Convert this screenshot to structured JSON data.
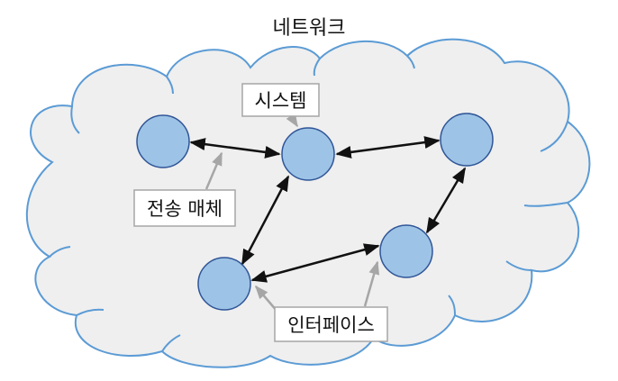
{
  "title": "네트워크",
  "labels": {
    "system": "시스템",
    "medium": "전송 매체",
    "interface": "인터페이스"
  },
  "colors": {
    "cloud_fill": "#efefef",
    "cloud_stroke": "#5b9bd5",
    "node_fill": "#9dc3e6",
    "node_stroke": "#2f5597",
    "link": "#111111",
    "pointer": "#a6a6a6",
    "label_box_stroke": "#a6a6a6"
  },
  "nodes": [
    {
      "id": "n1"
    },
    {
      "id": "n2"
    },
    {
      "id": "n3"
    },
    {
      "id": "n4"
    },
    {
      "id": "n5"
    }
  ],
  "links": [
    {
      "from": "n1",
      "to": "n2"
    },
    {
      "from": "n2",
      "to": "n3"
    },
    {
      "from": "n2",
      "to": "n5"
    },
    {
      "from": "n3",
      "to": "n4"
    },
    {
      "from": "n4",
      "to": "n5"
    }
  ]
}
